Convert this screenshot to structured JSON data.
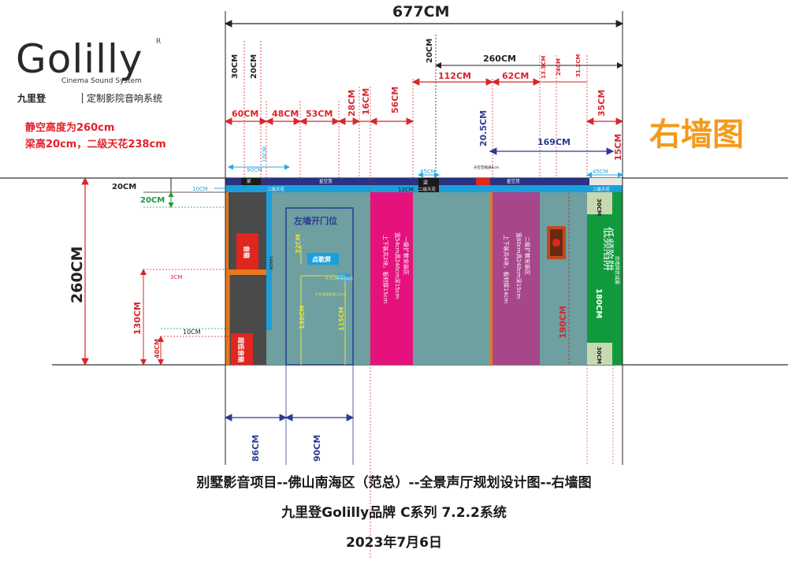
{
  "brand": {
    "name": "Golilly",
    "registered": "R",
    "subtitle": "Cinema Sound System",
    "chinese": "九里登",
    "tagline": "定制影院音响系统"
  },
  "notes": [
    "静空高度为260cm",
    "梁高20cm，二级天花238cm"
  ],
  "view_title": "右墙图",
  "overall_width": "677CM",
  "dimensions": {
    "d30": "30CM",
    "d20a": "20CM",
    "d20b": "20CM",
    "d260w": "260CM",
    "d112": "112CM",
    "d62": "62CM",
    "d13_5": "13.5CM",
    "d24": "24CM",
    "d31_2": "31.2CM",
    "d60": "60CM",
    "d48": "48CM",
    "d53": "53CM",
    "d28": "28CM",
    "d16": "16CM",
    "d56": "56CM",
    "d35": "35CM",
    "d20_5": "20.5CM",
    "d169": "169CM",
    "d15": "15CM",
    "d90top": "90CM",
    "d10v": "10CM",
    "d85": "85CM",
    "d45": "45CM",
    "d10h": "10CM",
    "d12": "12CM",
    "d260h": "260CM",
    "d20L1": "20CM",
    "d20L2": "20CM",
    "d3": "3CM",
    "d130L": "130CM",
    "d10L": "10CM",
    "d40": "40CM",
    "d32": "32CM",
    "d130in": "130CM",
    "d115": "115CM",
    "d9_5": "9.5CM",
    "d190": "190CM",
    "d180": "180CM",
    "d30a": "30CM",
    "d30b": "30CM",
    "d86": "86CM",
    "d90b": "90CM",
    "d140": "140CM"
  },
  "labels": {
    "ceiling_secondary": "二级天花",
    "ceiling_star": "星空顶",
    "beam": "梁",
    "recess_note": "天空音箱通8cm",
    "speaker": "音箱",
    "subwoofer": "超低音箱",
    "door_position": "左墙开门位",
    "karaoke_screen": "点歌屏",
    "control_panel": "控制面板位",
    "switch_note": "开关/插座距地1.5mm",
    "panel_area_1": "一级扩散安装区",
    "panel_area_1_size": "宽54cm高240cm深15cm",
    "panel_area_1_note": "上下装共2块，板材厚15cm",
    "panel_area_2": "二级扩散安装区",
    "panel_area_2_size": "宽60cm高240cm深15cm",
    "panel_area_2_note": "上下装共4块，板材厚14cm",
    "bass_trap": "低频陷阱",
    "rear_wall": "后墙隔音减震"
  },
  "colors": {
    "wall": "#6e9fa1",
    "magenta": "#e5127e",
    "purple": "#a8468b",
    "green": "#119a3c",
    "orange": "#e7781b",
    "red_speaker": "#e0261f",
    "cyan": "#1a9fdb",
    "navy": "#2a3381",
    "dim_red": "#d8262e",
    "dim_blue": "#2c3a94",
    "dim_cyan": "#29a8df",
    "title_orange": "#f39a1b"
  },
  "captions": [
    "别墅影音项目--佛山南海区（范总）--全景声厅规划设计图--右墙图",
    "九里登Golilly品牌  C系列 7.2.2系统",
    "2023年7月6日"
  ]
}
